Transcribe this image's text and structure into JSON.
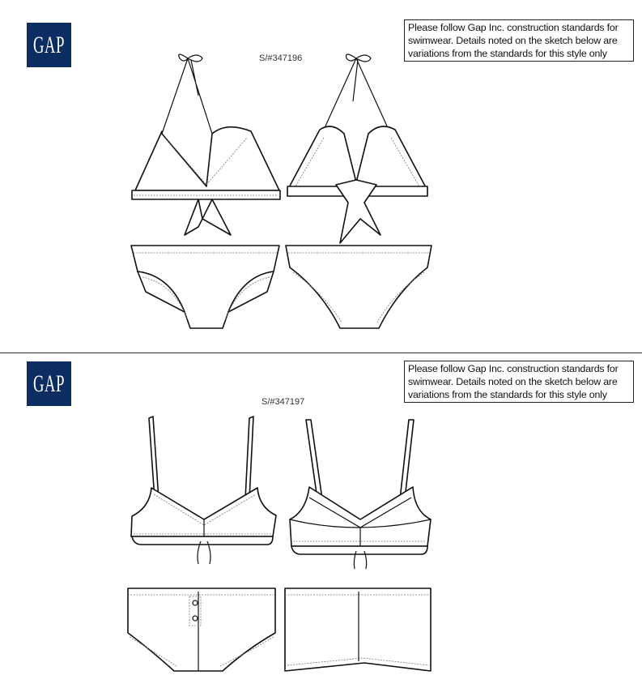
{
  "sheets": [
    {
      "logo": "GAP",
      "note": "Please follow Gap Inc. construction standards for swimwear.  Details noted on the sketch below are variations from the standards for this style only",
      "style_number": "S/#347196"
    },
    {
      "logo": "GAP",
      "note": "Please follow Gap Inc. construction standards for swimwear.  Details noted on the sketch below are variations from the standards for this style only",
      "style_number": "S/#347197"
    }
  ],
  "colors": {
    "brand": "#0c2d62"
  }
}
